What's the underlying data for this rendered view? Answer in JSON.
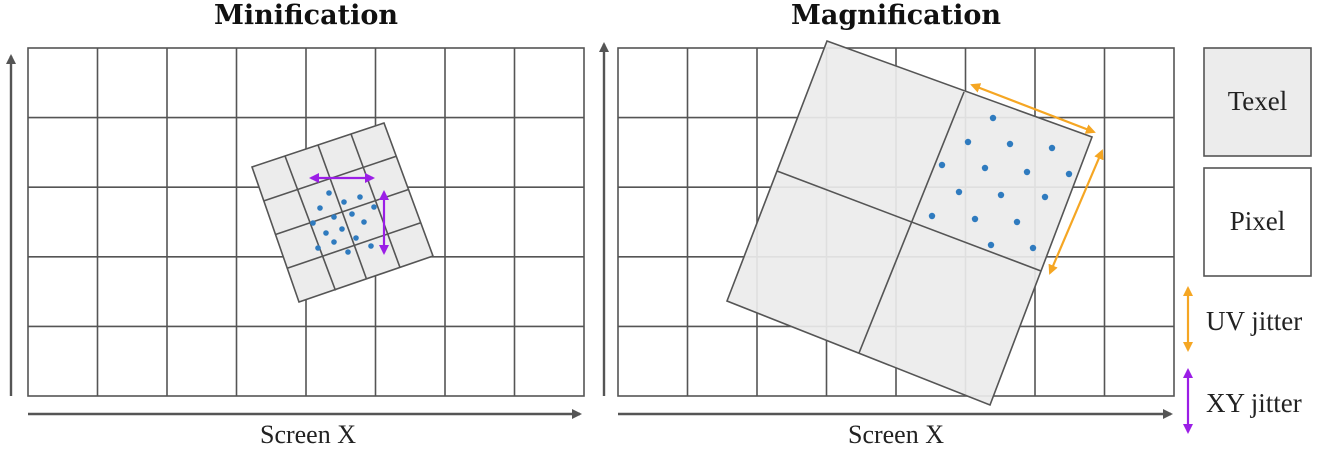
{
  "panels": {
    "left": {
      "title": "Minification",
      "xlabel": "Screen X"
    },
    "right": {
      "title": "Magnification",
      "xlabel": "Screen X"
    }
  },
  "legend": {
    "texel": "Texel",
    "pixel": "Pixel",
    "uv_jitter": "UV jitter",
    "xy_jitter": "XY jitter"
  },
  "grid": {
    "rows": 5,
    "cols": 8
  },
  "colors": {
    "grid_line": "#555555",
    "texel_fill": "#ececec",
    "sample_dot": "#2f7bbf",
    "uv_jitter": "#f5a623",
    "xy_jitter": "#9b1ee6",
    "axis": "#555555"
  }
}
